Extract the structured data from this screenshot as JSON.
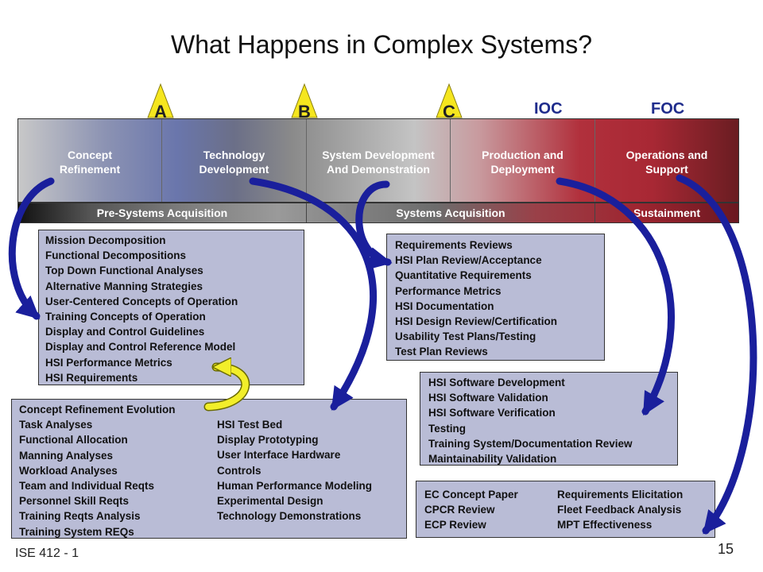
{
  "title": "What Happens in Complex Systems?",
  "milestones": {
    "a": "A",
    "b": "B",
    "c": "C",
    "ioc": "IOC",
    "foc": "FOC"
  },
  "phases": [
    "Concept\nRefinement",
    "Technology\nDevelopment",
    "System Development\nAnd Demonstration",
    "Production and\nDeployment",
    "Operations and\nSupport"
  ],
  "acquisition": [
    "Pre-Systems Acquisition",
    "Systems Acquisition",
    "Sustainment"
  ],
  "box_concept": [
    "Mission Decomposition",
    "Functional Decompositions",
    "Top Down Functional Analyses",
    "Alternative Manning Strategies",
    "User-Centered Concepts of Operation",
    "Training Concepts of Operation",
    "Display and Control Guidelines",
    "Display and Control Reference Model",
    "HSI Performance Metrics",
    "HSI Requirements"
  ],
  "box_tech_left": [
    "Concept Refinement Evolution",
    "Task Analyses",
    "Functional Allocation",
    "Manning Analyses",
    "Workload Analyses",
    "Team and Individual Reqts",
    "Personnel Skill Reqts",
    "Training Reqts Analysis",
    "Training System REQs"
  ],
  "box_tech_right": [
    "HSI Test Bed",
    "Display Prototyping",
    "User Interface Hardware",
    "Controls",
    "Human Performance Modeling",
    "Experimental Design",
    "Technology Demonstrations"
  ],
  "box_sdd": [
    "Requirements Reviews",
    "HSI Plan Review/Acceptance",
    "Quantitative Requirements",
    "Performance Metrics",
    "HSI Documentation",
    "HSI Design Review/Certification",
    "Usability Test Plans/Testing",
    "Test Plan Reviews"
  ],
  "box_production": [
    "HSI Software Development",
    "HSI Software Validation",
    "HSI Software Verification",
    "Testing",
    "Training System/Documentation Review",
    "Maintainability  Validation"
  ],
  "box_ops_left": [
    "EC Concept Paper",
    "CPCR Review",
    "ECP Review"
  ],
  "box_ops_right": [
    "Requirements Elicitation",
    "Fleet Feedback Analysis",
    "MPT Effectiveness"
  ],
  "footer": {
    "course": "ISE 412 - 1",
    "page": "15"
  },
  "colors": {
    "box_fill": "#b9bcd6",
    "arrow_blue": "#1a1f9c",
    "arrow_yellow": "#f2ee2a",
    "milestone_triangle": "#f5e61e"
  }
}
